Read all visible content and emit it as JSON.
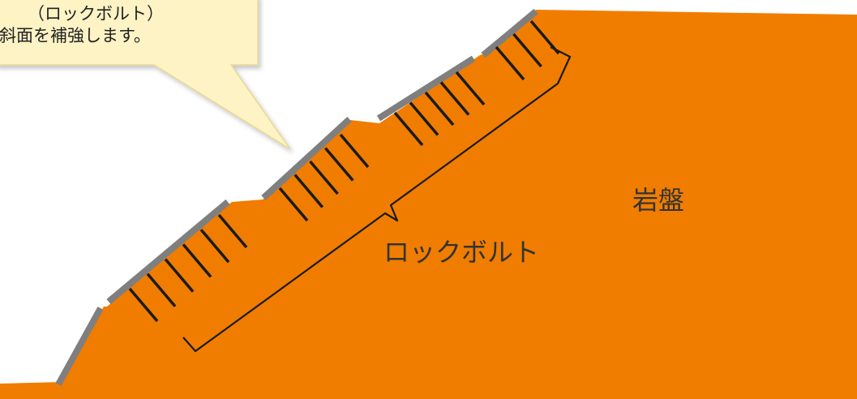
{
  "callout": {
    "line1": "（ロックボルト）",
    "line2": "の斜面を補強します。"
  },
  "labels": {
    "rock": "岩盤",
    "rockbolt": "ロックボルト"
  },
  "colors": {
    "rock": "#f07d00",
    "plate": "#7f7f7f",
    "bolt": "#1a1a1a",
    "callout_fill": "#fdf3c5",
    "callout_stroke": "#e8d893",
    "background": "#ffffff"
  }
}
